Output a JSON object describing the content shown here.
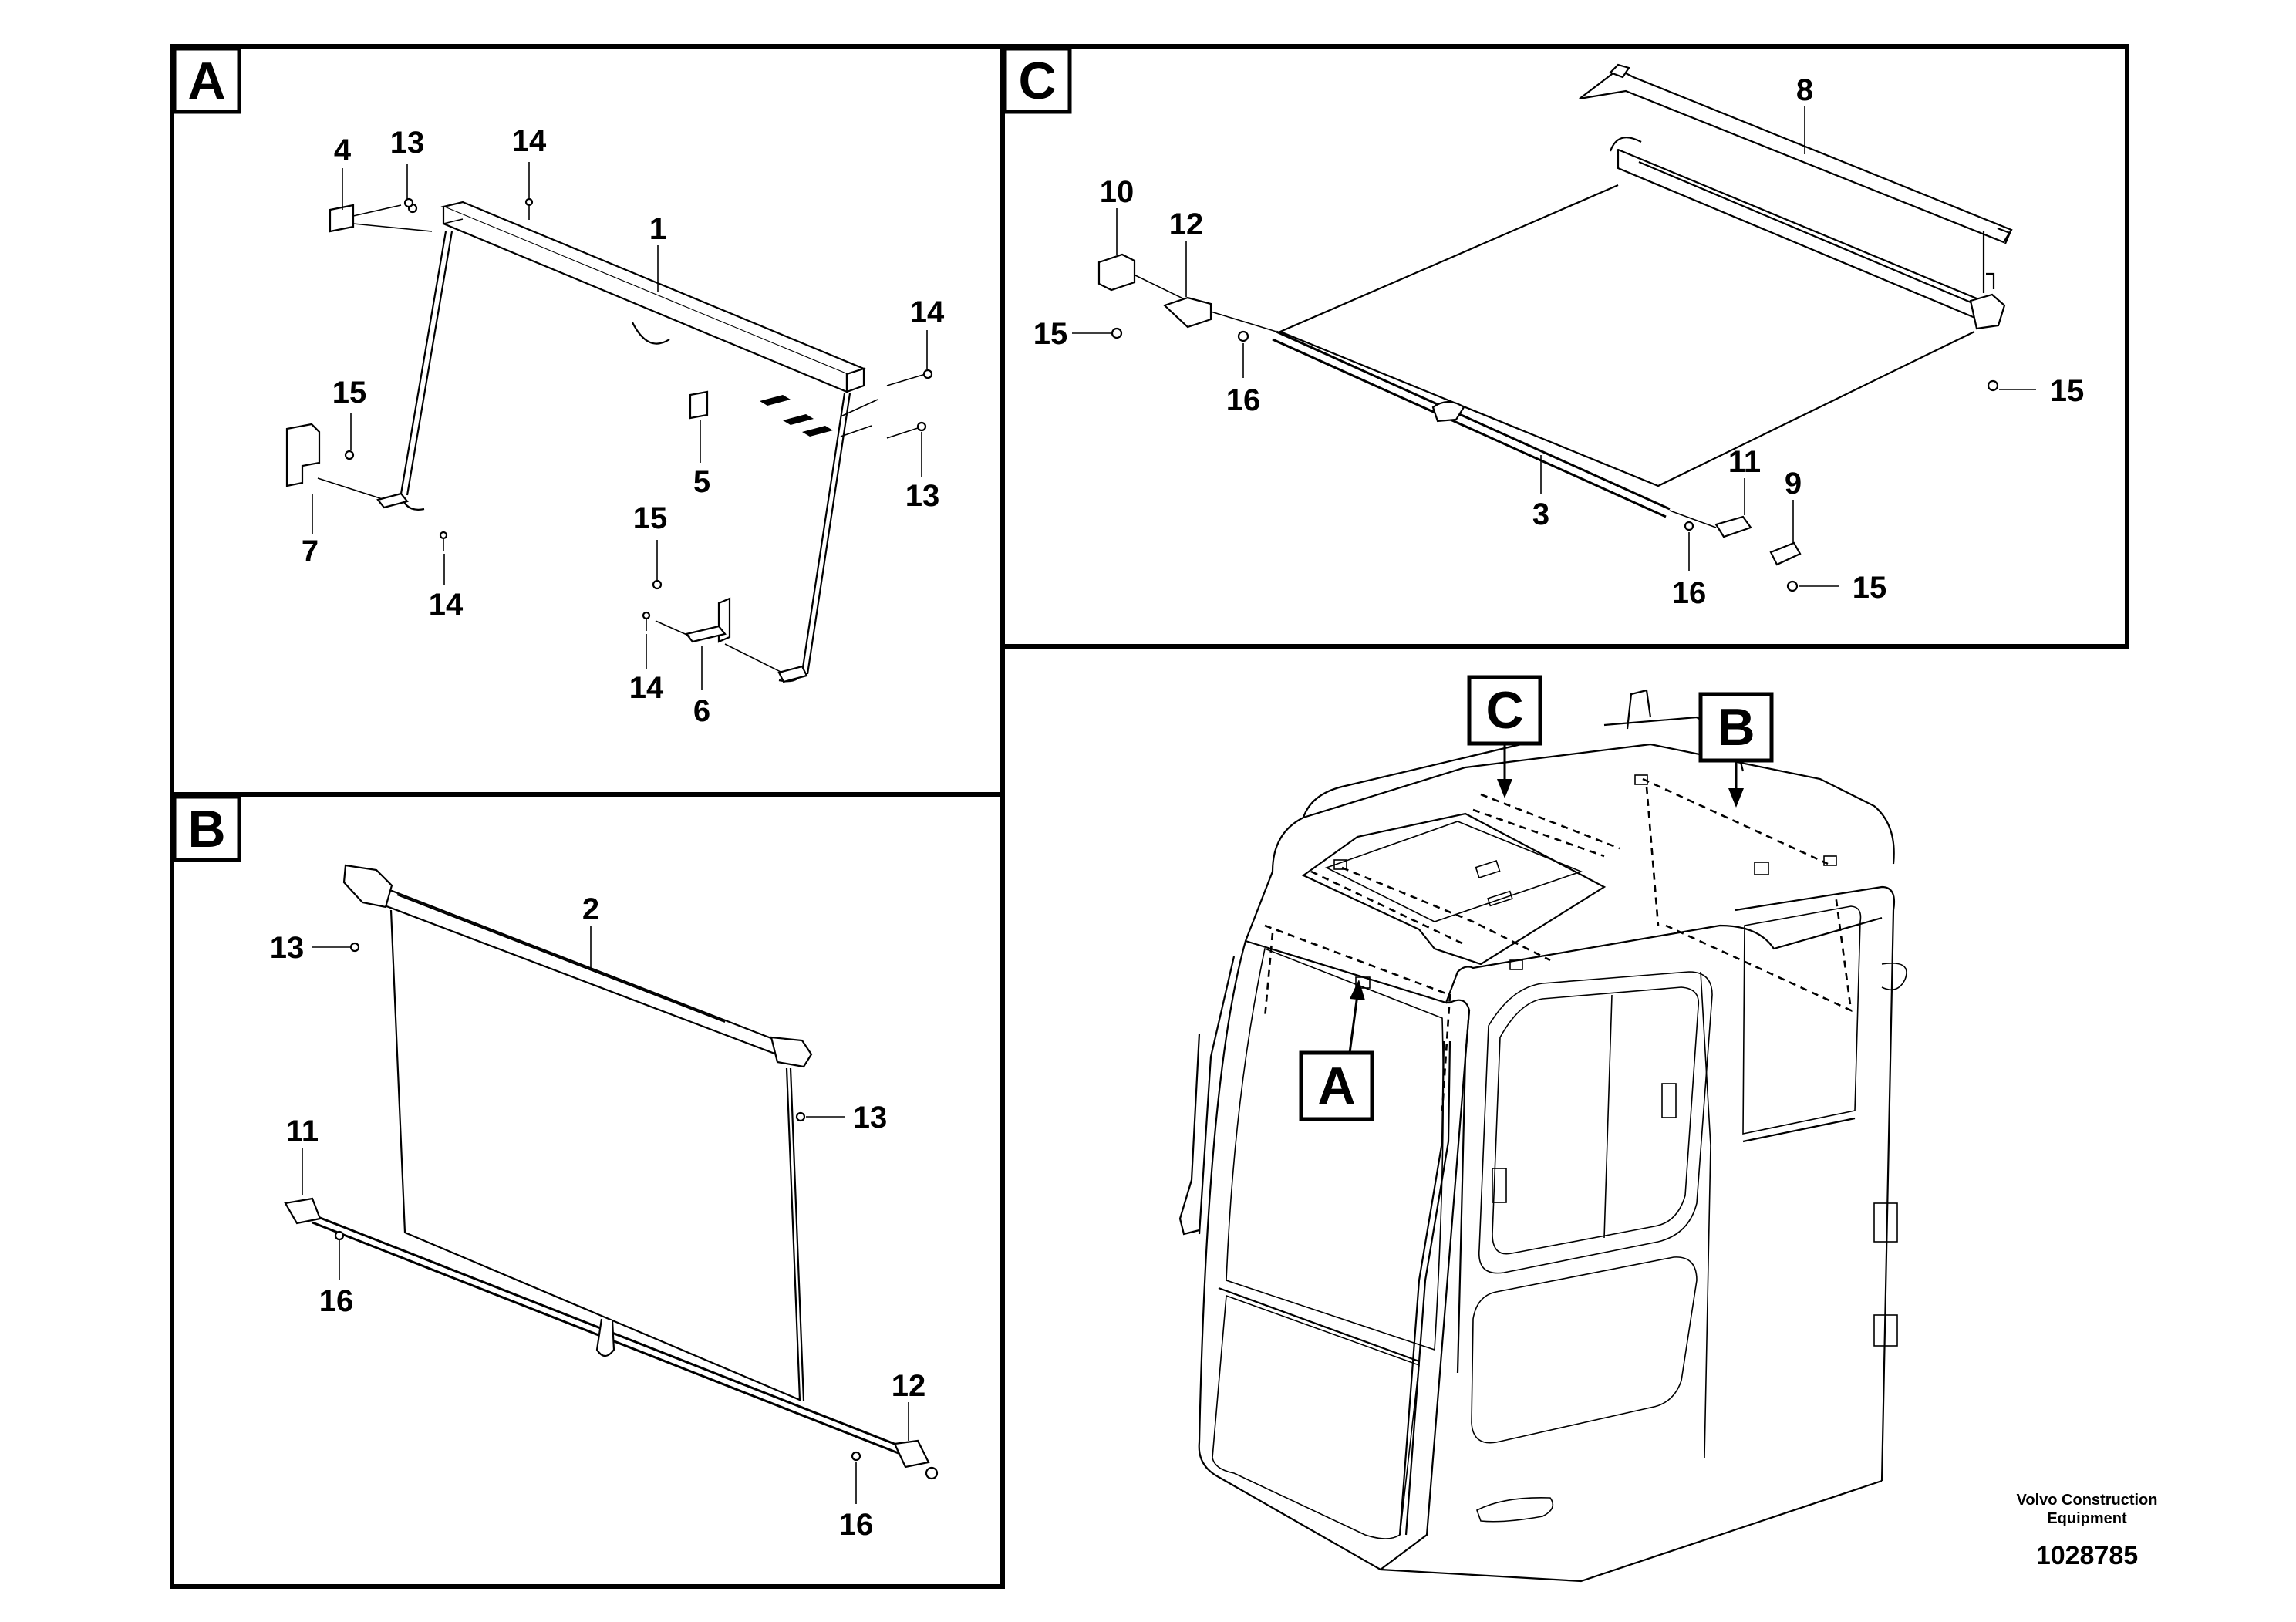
{
  "panels": {
    "A": {
      "letter": "A",
      "callouts": [
        "1",
        "4",
        "5",
        "6",
        "7",
        "13",
        "13",
        "14",
        "14",
        "14",
        "14",
        "15",
        "15"
      ]
    },
    "B": {
      "letter": "B",
      "callouts": [
        "2",
        "11",
        "12",
        "13",
        "13",
        "16",
        "16"
      ]
    },
    "C": {
      "letter": "C",
      "callouts": [
        "3",
        "8",
        "9",
        "10",
        "11",
        "12",
        "15",
        "15",
        "15",
        "16",
        "16"
      ]
    }
  },
  "overview_tags": [
    "C",
    "B",
    "A"
  ],
  "footer": {
    "company_line1": "Volvo Construction",
    "company_line2": "Equipment",
    "drawing_number": "1028785"
  }
}
